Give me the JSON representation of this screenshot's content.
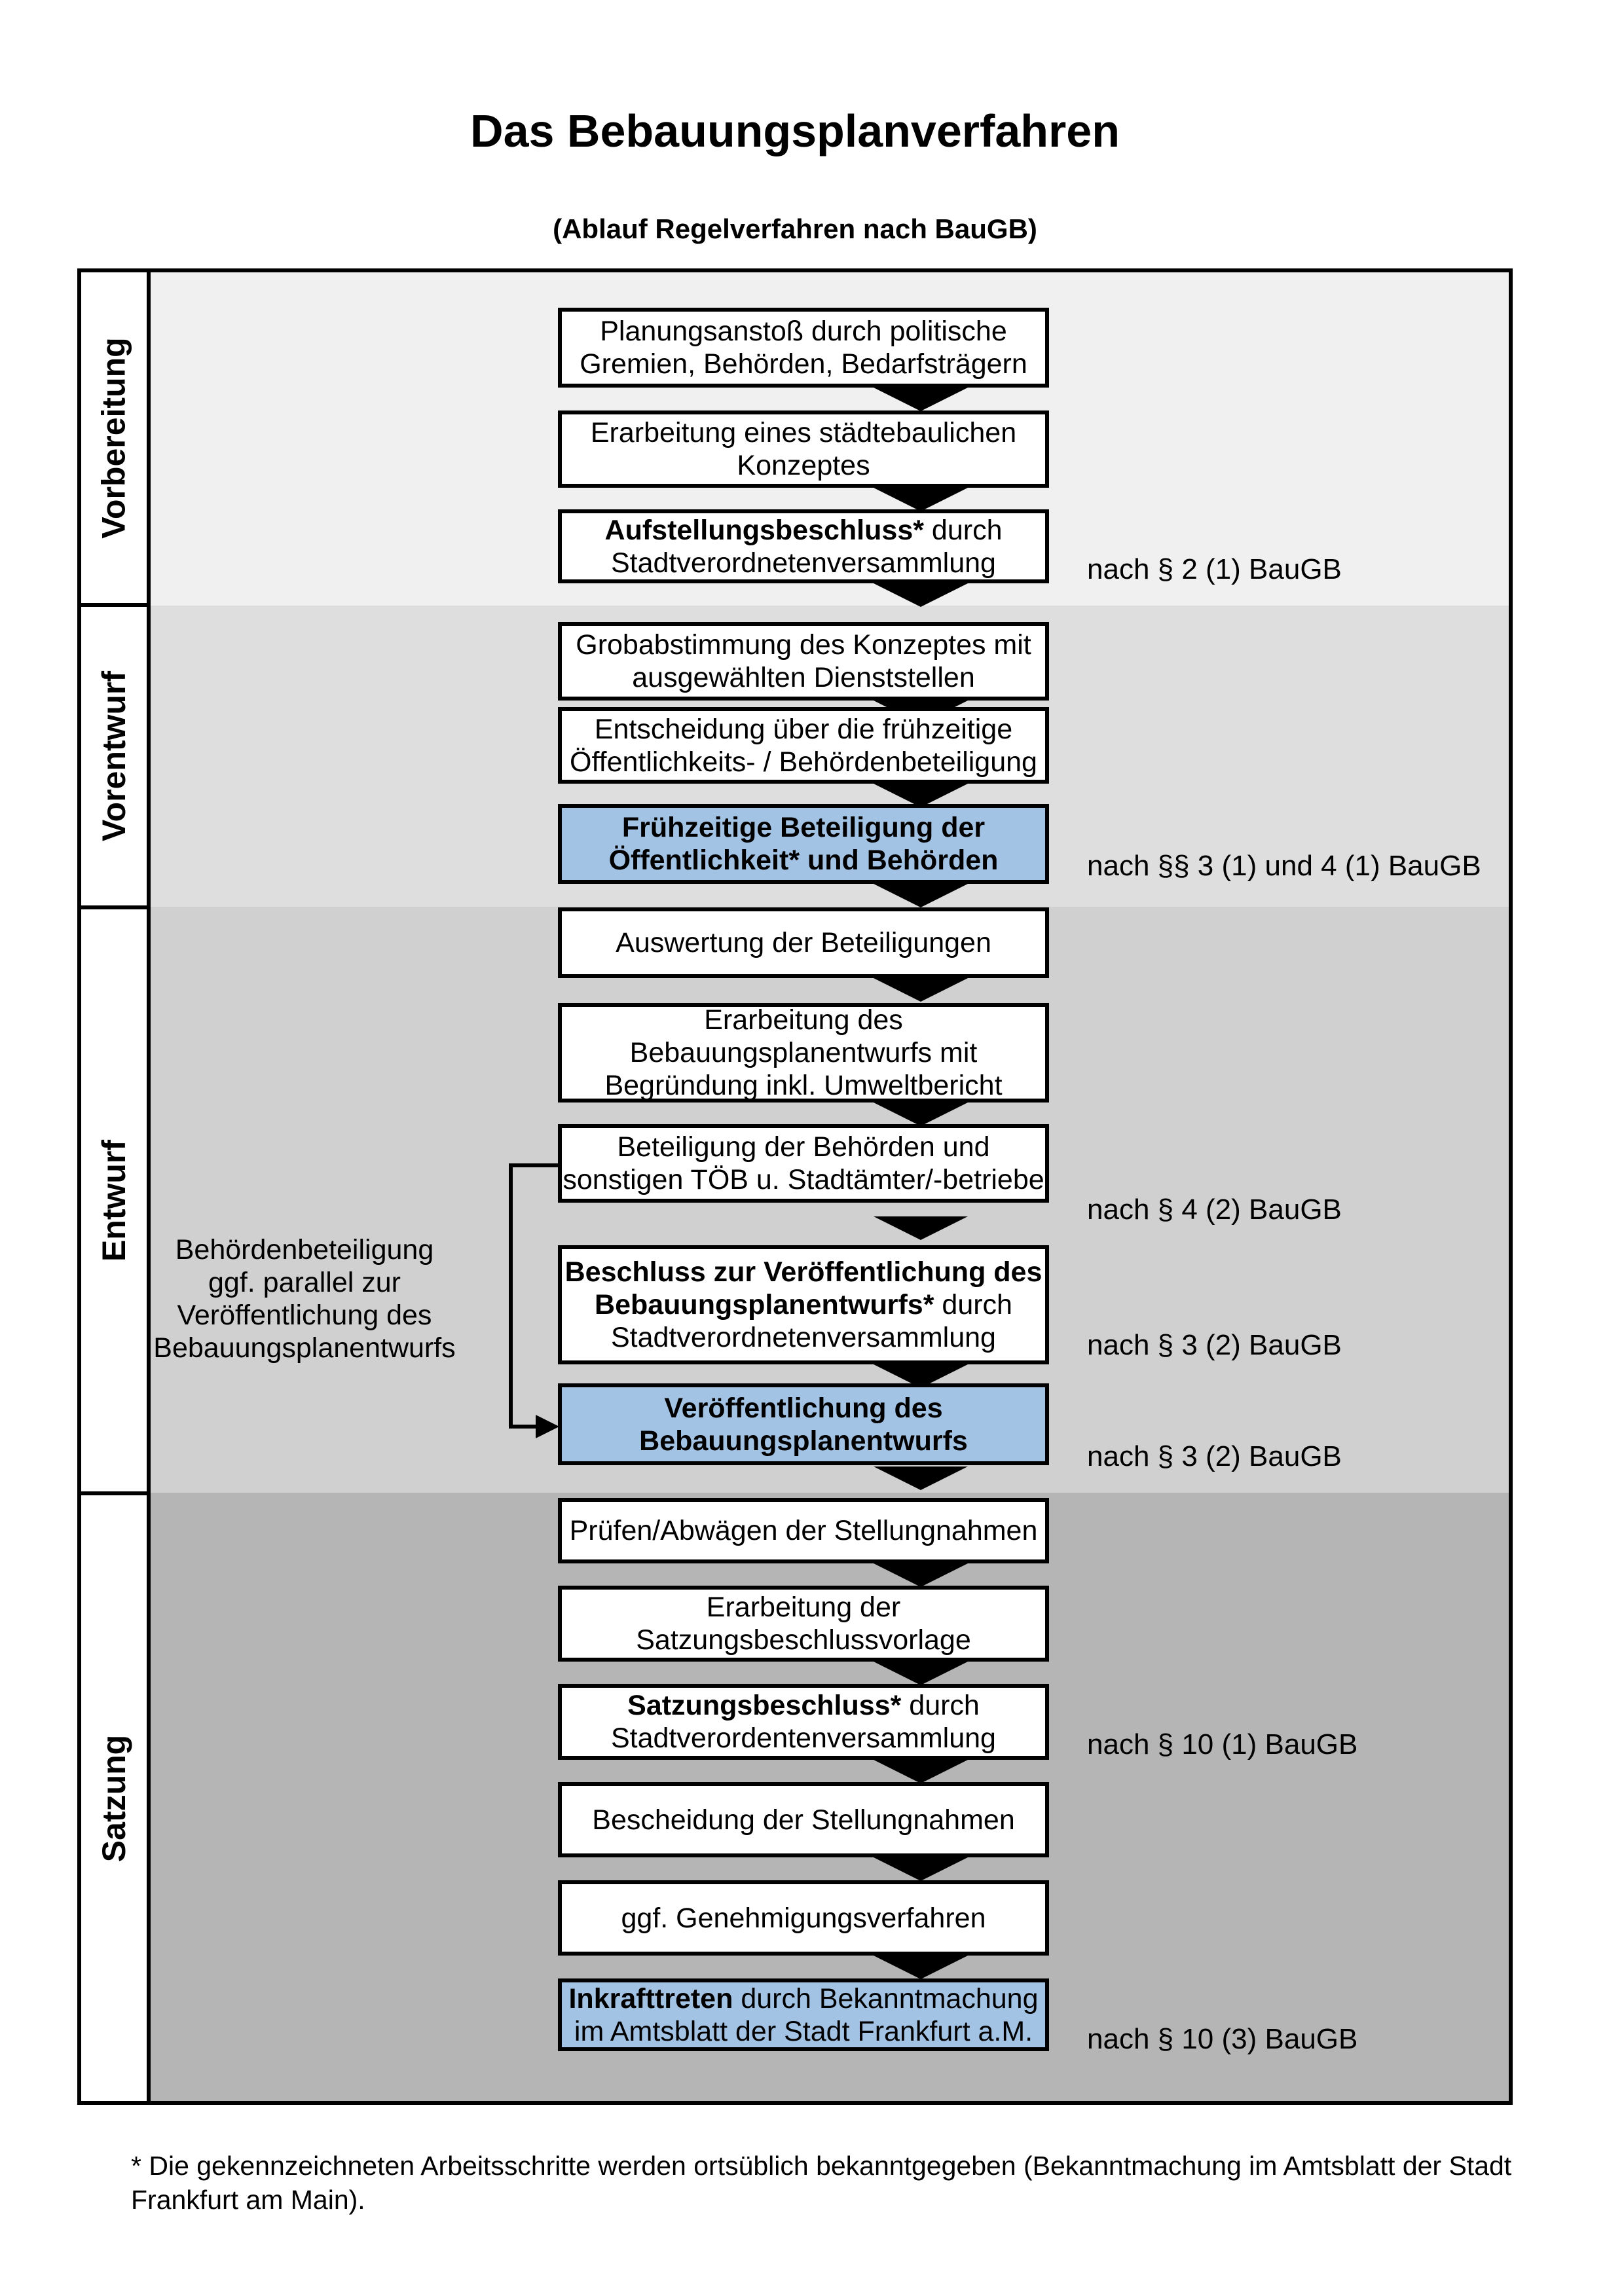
{
  "title": "Das Bebauungsplanverfahren",
  "subtitle": "(Ablauf Regelverfahren nach BauGB)",
  "phases": [
    {
      "label": "Vorbereitung"
    },
    {
      "label": "Vorentwurf"
    },
    {
      "label": "Entwurf"
    },
    {
      "label": "Satzung"
    }
  ],
  "steps": [
    {
      "bold": "",
      "rest": "Planungsanstoß durch politische\nGremien, Behörden, Bedarfsträgern",
      "highlight": false
    },
    {
      "bold": "",
      "rest": "Erarbeitung eines städtebaulichen\nKonzeptes",
      "highlight": false
    },
    {
      "bold": "Aufstellungsbeschluss*",
      "rest": " durch\nStadtverordnetenversammlung",
      "highlight": false
    },
    {
      "bold": "",
      "rest": "Grobabstimmung des Konzeptes mit\nausgewählten Dienststellen",
      "highlight": false
    },
    {
      "bold": "",
      "rest": "Entscheidung über die frühzeitige\nÖffentlichkeits- / Behördenbeteiligung",
      "highlight": false
    },
    {
      "bold": "Frühzeitige Beteiligung der\nÖffentlichkeit* und Behörden",
      "rest": "",
      "highlight": true
    },
    {
      "bold": "",
      "rest": "Auswertung der Beteiligungen",
      "highlight": false
    },
    {
      "bold": "",
      "rest": "Erarbeitung des\nBebauungsplanentwurfs mit\nBegründung inkl. Umweltbericht",
      "highlight": false
    },
    {
      "bold": "",
      "rest": "Beteiligung der Behörden und\nsonstigen TÖB u. Stadtämter/-betriebe",
      "highlight": false
    },
    {
      "bold": "Beschluss zur Veröffentlichung des\nBebauungsplanentwurfs*",
      "rest": " durch\nStadtverordnetenversammlung",
      "highlight": false
    },
    {
      "bold": "Veröffentlichung des\nBebauungsplanentwurfs",
      "rest": "",
      "highlight": true
    },
    {
      "bold": "",
      "rest": "Prüfen/Abwägen der Stellungnahmen",
      "highlight": false
    },
    {
      "bold": "",
      "rest": "Erarbeitung der\nSatzungsbeschlussvorlage",
      "highlight": false
    },
    {
      "bold": "Satzungsbeschluss*",
      "rest": " durch\nStadtverordentenversammlung",
      "highlight": false
    },
    {
      "bold": "",
      "rest": "Bescheidung der Stellungnahmen",
      "highlight": false
    },
    {
      "bold": "",
      "rest": "ggf. Genehmigungsverfahren",
      "highlight": false
    },
    {
      "bold": "Inkrafttreten",
      "rest": " durch Bekanntmachung\nim Amtsblatt der Stadt Frankfurt a.M.",
      "highlight": true
    }
  ],
  "legal_refs": [
    {
      "text": "nach § 2 (1) BauGB"
    },
    {
      "text": "nach §§ 3 (1) und 4 (1) BauGB"
    },
    {
      "text": "nach § 4 (2) BauGB"
    },
    {
      "text": "nach § 3 (2) BauGB"
    },
    {
      "text": "nach § 3 (2) BauGB"
    },
    {
      "text": "nach § 10 (1) BauGB"
    },
    {
      "text": "nach § 10 (3) BauGB"
    }
  ],
  "side_note": "Behördenbeteiligung\nggf. parallel zur\nVeröffentlichung des\nBebauungsplanentwurfs",
  "footnote": "* Die gekennzeichneten Arbeitsschritte werden ortsüblich bekanntgegeben (Bekanntmachung im Amtsblatt  der Stadt\nFrankfurt am Main).",
  "colors": {
    "highlight_box": "#A3C3E5",
    "phase_bg_vorbereitung": "#F0F0F0",
    "phase_bg_vorentwurf": "#DEDEDE",
    "phase_bg_entwurf": "#D0D0D0",
    "phase_bg_satzung": "#B5B5B5",
    "box_border": "#000000"
  }
}
